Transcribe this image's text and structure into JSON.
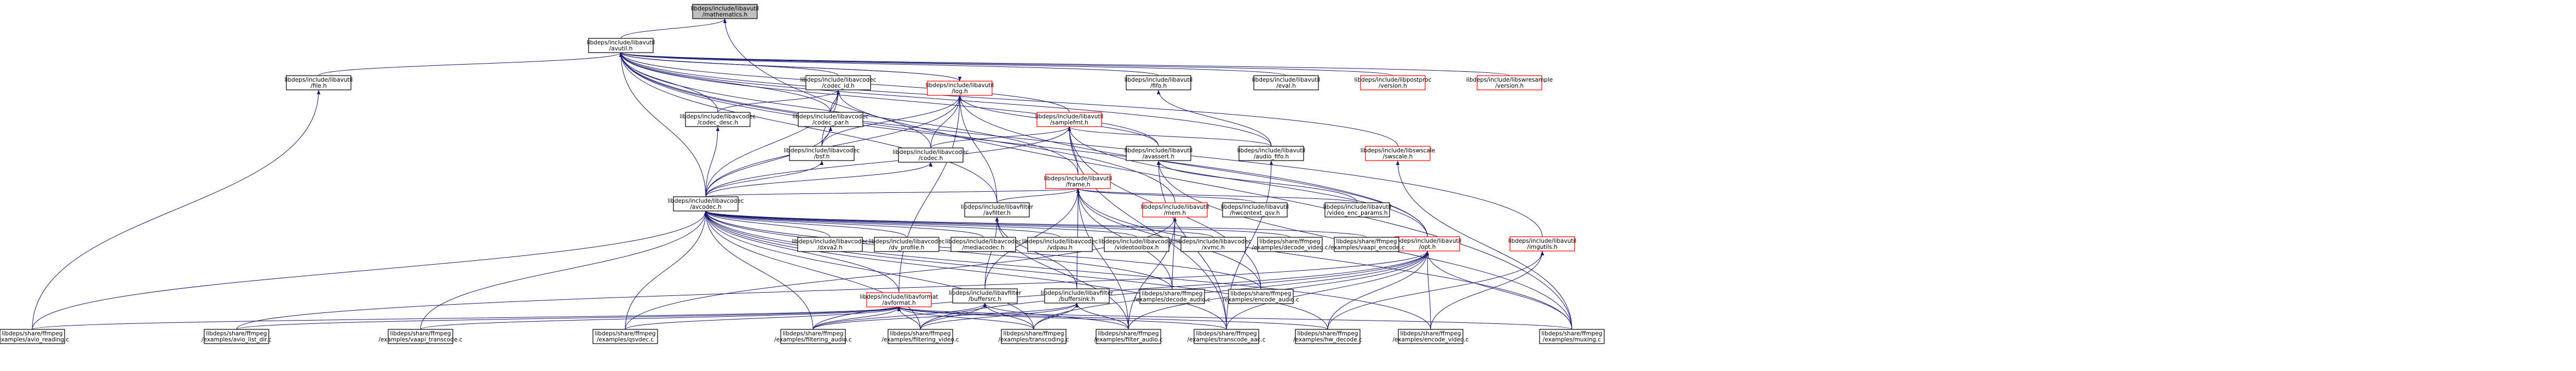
{
  "graph": {
    "nodes": [
      {
        "id": "mathematics",
        "lines": [
          "libdeps/include/libavutil",
          "/mathematics.h"
        ],
        "root": true
      },
      {
        "id": "avutil",
        "lines": [
          "libdeps/include/libavutil",
          "/avutil.h"
        ]
      },
      {
        "id": "file",
        "lines": [
          "libdeps/include/libavutil",
          "/file.h"
        ]
      },
      {
        "id": "codec_id",
        "lines": [
          "libdeps/include/libavcodec",
          "/codec_id.h"
        ]
      },
      {
        "id": "log",
        "lines": [
          "libdeps/include/libavutil",
          "/log.h"
        ],
        "red": true
      },
      {
        "id": "fifo",
        "lines": [
          "libdeps/include/libavutil",
          "/fifo.h"
        ]
      },
      {
        "id": "eval",
        "lines": [
          "libdeps/include/libavutil",
          "/eval.h"
        ]
      },
      {
        "id": "pp_version",
        "lines": [
          "libdeps/include/libpostproc",
          "/version.h"
        ],
        "red": true
      },
      {
        "id": "swr_version",
        "lines": [
          "libdeps/include/libswresample",
          "/version.h"
        ],
        "red": true
      },
      {
        "id": "codec_desc",
        "lines": [
          "libdeps/include/libavcodec",
          "/codec_desc.h"
        ]
      },
      {
        "id": "codec_par",
        "lines": [
          "libdeps/include/libavcodec",
          "/codec_par.h"
        ]
      },
      {
        "id": "samplefmt",
        "lines": [
          "libdeps/include/libavutil",
          "/samplefmt.h"
        ],
        "red": true
      },
      {
        "id": "bsf",
        "lines": [
          "libdeps/include/libavcodec",
          "/bsf.h"
        ]
      },
      {
        "id": "codec",
        "lines": [
          "libdeps/include/libavcodec",
          "/codec.h"
        ]
      },
      {
        "id": "avassert",
        "lines": [
          "libdeps/include/libavutil",
          "/avassert.h"
        ]
      },
      {
        "id": "audio_fifo",
        "lines": [
          "libdeps/include/libavutil",
          "/audio_fifo.h"
        ]
      },
      {
        "id": "swscale",
        "lines": [
          "libdeps/include/libswscale",
          "/swscale.h"
        ],
        "red": true
      },
      {
        "id": "frame",
        "lines": [
          "libdeps/include/libavutil",
          "/frame.h"
        ],
        "red": true
      },
      {
        "id": "avcodec",
        "lines": [
          "libdeps/include/libavcodec",
          "/avcodec.h"
        ]
      },
      {
        "id": "avfilter",
        "lines": [
          "libdeps/include/libavfilter",
          "/avfilter.h"
        ]
      },
      {
        "id": "mem",
        "lines": [
          "libdeps/include/libavutil",
          "/mem.h"
        ],
        "red": true
      },
      {
        "id": "hwctx",
        "lines": [
          "libdeps/include/libavutil",
          "/hwcontext_qsv.h"
        ]
      },
      {
        "id": "video_enc",
        "lines": [
          "libdeps/include/libavutil",
          "/video_enc_params.h"
        ]
      },
      {
        "id": "opt",
        "lines": [
          "libdeps/include/libavutil",
          "/opt.h"
        ],
        "red": true
      },
      {
        "id": "imgutils",
        "lines": [
          "libdeps/include/libavutil",
          "/imgutils.h"
        ],
        "red": true
      },
      {
        "id": "dxva2",
        "lines": [
          "libdeps/include/libavcodec",
          "/dxva2.h"
        ]
      },
      {
        "id": "dv_profile",
        "lines": [
          "libdeps/include/libavcodec",
          "/dv_profile.h"
        ]
      },
      {
        "id": "mediacodec",
        "lines": [
          "libdeps/include/libavcodec",
          "/mediacodec.h"
        ]
      },
      {
        "id": "vdpau",
        "lines": [
          "libdeps/include/libavcodec",
          "/vdpau.h"
        ]
      },
      {
        "id": "videotoolbox",
        "lines": [
          "libdeps/include/libavcodec",
          "/videotoolbox.h"
        ]
      },
      {
        "id": "xvmc",
        "lines": [
          "libdeps/include/libavcodec",
          "/xvmc.h"
        ]
      },
      {
        "id": "decode_video",
        "lines": [
          "libdeps/share/ffmpeg",
          "/examples/decode_video.c"
        ]
      },
      {
        "id": "vaapi_encode",
        "lines": [
          "libdeps/share/ffmpeg",
          "/examples/vaapi_encode.c"
        ]
      },
      {
        "id": "avformat",
        "lines": [
          "libdeps/include/libavformat",
          "/avformat.h"
        ],
        "red": true
      },
      {
        "id": "buffersrc",
        "lines": [
          "libdeps/include/libavfilter",
          "/buffersrc.h"
        ]
      },
      {
        "id": "buffersink",
        "lines": [
          "libdeps/include/libavfilter",
          "/buffersink.h"
        ]
      },
      {
        "id": "decode_audio",
        "lines": [
          "libdeps/share/ffmpeg",
          "/examples/decode_audio.c"
        ]
      },
      {
        "id": "encode_audio",
        "lines": [
          "libdeps/share/ffmpeg",
          "/examples/encode_audio.c"
        ]
      },
      {
        "id": "avio_reading",
        "lines": [
          "libdeps/share/ffmpeg",
          "/examples/avio_reading.c"
        ]
      },
      {
        "id": "avio_list_dir",
        "lines": [
          "libdeps/share/ffmpeg",
          "/examples/avio_list_dir.c"
        ]
      },
      {
        "id": "vaapi_transcode",
        "lines": [
          "libdeps/share/ffmpeg",
          "/examples/vaapi_transcode.c"
        ]
      },
      {
        "id": "qsvdec",
        "lines": [
          "libdeps/share/ffmpeg",
          "/examples/qsvdec.c"
        ]
      },
      {
        "id": "filtering_audio",
        "lines": [
          "libdeps/share/ffmpeg",
          "/examples/filtering_audio.c"
        ]
      },
      {
        "id": "filtering_video",
        "lines": [
          "libdeps/share/ffmpeg",
          "/examples/filtering_video.c"
        ]
      },
      {
        "id": "transcoding",
        "lines": [
          "libdeps/share/ffmpeg",
          "/examples/transcoding.c"
        ]
      },
      {
        "id": "filter_audio",
        "lines": [
          "libdeps/share/ffmpeg",
          "/examples/filter_audio.c"
        ]
      },
      {
        "id": "transcode_aac",
        "lines": [
          "libdeps/share/ffmpeg",
          "/examples/transcode_aac.c"
        ]
      },
      {
        "id": "hw_decode",
        "lines": [
          "libdeps/share/ffmpeg",
          "/examples/hw_decode.c"
        ]
      },
      {
        "id": "encode_video",
        "lines": [
          "libdeps/share/ffmpeg",
          "/examples/encode_video.c"
        ]
      },
      {
        "id": "muxing",
        "lines": [
          "libdeps/share/ffmpeg",
          "/examples/muxing.c"
        ]
      }
    ],
    "edges": [
      [
        "avutil",
        "mathematics"
      ],
      [
        "muxing",
        "mathematics"
      ],
      [
        "file",
        "avutil"
      ],
      [
        "codec_id",
        "avutil"
      ],
      [
        "log",
        "avutil"
      ],
      [
        "fifo",
        "avutil"
      ],
      [
        "eval",
        "avutil"
      ],
      [
        "pp_version",
        "avutil"
      ],
      [
        "swr_version",
        "avutil"
      ],
      [
        "codec_desc",
        "avutil"
      ],
      [
        "codec_par",
        "avutil"
      ],
      [
        "samplefmt",
        "avutil"
      ],
      [
        "avassert",
        "avutil"
      ],
      [
        "audio_fifo",
        "avutil"
      ],
      [
        "swscale",
        "avutil"
      ],
      [
        "frame",
        "avutil"
      ],
      [
        "avcodec",
        "avutil"
      ],
      [
        "avfilter",
        "avutil"
      ],
      [
        "mem",
        "avutil"
      ],
      [
        "opt",
        "avutil"
      ],
      [
        "imgutils",
        "avutil"
      ],
      [
        "avutil",
        "log"
      ],
      [
        "avio_reading",
        "file"
      ],
      [
        "codec_desc",
        "codec_id"
      ],
      [
        "codec_par",
        "codec_id"
      ],
      [
        "codec",
        "codec_id"
      ],
      [
        "avcodec",
        "codec_id"
      ],
      [
        "bsf",
        "codec_id"
      ],
      [
        "audio_fifo",
        "fifo"
      ],
      [
        "avcodec",
        "codec_desc"
      ],
      [
        "avcodec",
        "codec_par"
      ],
      [
        "bsf",
        "codec_par"
      ],
      [
        "codec",
        "samplefmt"
      ],
      [
        "frame",
        "samplefmt"
      ],
      [
        "audio_fifo",
        "samplefmt"
      ],
      [
        "avcodec",
        "samplefmt"
      ],
      [
        "opt",
        "samplefmt"
      ],
      [
        "encode_audio",
        "samplefmt"
      ],
      [
        "transcode_aac",
        "samplefmt"
      ],
      [
        "avcodec",
        "log"
      ],
      [
        "bsf",
        "log"
      ],
      [
        "codec",
        "log"
      ],
      [
        "avassert",
        "log"
      ],
      [
        "avfilter",
        "log"
      ],
      [
        "avformat",
        "log"
      ],
      [
        "opt",
        "log"
      ],
      [
        "avcodec",
        "bsf"
      ],
      [
        "avcodec",
        "codec"
      ],
      [
        "video_enc",
        "avassert"
      ],
      [
        "transcode_aac",
        "avassert"
      ],
      [
        "muxing",
        "avassert"
      ],
      [
        "transcode_aac",
        "audio_fifo"
      ],
      [
        "muxing",
        "swscale"
      ],
      [
        "avcodec",
        "frame"
      ],
      [
        "avfilter",
        "frame"
      ],
      [
        "hwctx",
        "frame"
      ],
      [
        "video_enc",
        "frame"
      ],
      [
        "buffersink",
        "frame"
      ],
      [
        "buffersrc",
        "frame"
      ],
      [
        "decode_audio",
        "frame"
      ],
      [
        "encode_audio",
        "frame"
      ],
      [
        "filter_audio",
        "frame"
      ],
      [
        "muxing",
        "frame"
      ],
      [
        "dxva2",
        "avcodec"
      ],
      [
        "dv_profile",
        "avcodec"
      ],
      [
        "mediacodec",
        "avcodec"
      ],
      [
        "vdpau",
        "avcodec"
      ],
      [
        "videotoolbox",
        "avcodec"
      ],
      [
        "xvmc",
        "avcodec"
      ],
      [
        "decode_video",
        "avcodec"
      ],
      [
        "vaapi_encode",
        "avcodec"
      ],
      [
        "avformat",
        "avcodec"
      ],
      [
        "decode_audio",
        "avcodec"
      ],
      [
        "encode_audio",
        "avcodec"
      ],
      [
        "avio_reading",
        "avcodec"
      ],
      [
        "vaapi_transcode",
        "avcodec"
      ],
      [
        "qsvdec",
        "avcodec"
      ],
      [
        "filtering_audio",
        "avcodec"
      ],
      [
        "filtering_video",
        "avcodec"
      ],
      [
        "transcoding",
        "avcodec"
      ],
      [
        "transcode_aac",
        "avcodec"
      ],
      [
        "hw_decode",
        "avcodec"
      ],
      [
        "encode_video",
        "avcodec"
      ],
      [
        "buffersrc",
        "avfilter"
      ],
      [
        "buffersink",
        "avfilter"
      ],
      [
        "filter_audio",
        "avfilter"
      ],
      [
        "filter_audio",
        "mem"
      ],
      [
        "decode_audio",
        "mem"
      ],
      [
        "qsvdec",
        "mem"
      ],
      [
        "avio_reading",
        "avformat"
      ],
      [
        "avio_list_dir",
        "avformat"
      ],
      [
        "vaapi_transcode",
        "avformat"
      ],
      [
        "qsvdec",
        "avformat"
      ],
      [
        "filtering_audio",
        "avformat"
      ],
      [
        "filtering_video",
        "avformat"
      ],
      [
        "transcoding",
        "avformat"
      ],
      [
        "transcode_aac",
        "avformat"
      ],
      [
        "hw_decode",
        "avformat"
      ],
      [
        "muxing",
        "avformat"
      ],
      [
        "filtering_audio",
        "buffersrc"
      ],
      [
        "filtering_video",
        "buffersrc"
      ],
      [
        "transcoding",
        "buffersrc"
      ],
      [
        "filter_audio",
        "buffersrc"
      ],
      [
        "filtering_audio",
        "buffersink"
      ],
      [
        "filtering_video",
        "buffersink"
      ],
      [
        "transcoding",
        "buffersink"
      ],
      [
        "filter_audio",
        "buffersink"
      ],
      [
        "filtering_audio",
        "opt"
      ],
      [
        "filtering_video",
        "opt"
      ],
      [
        "transcoding",
        "opt"
      ],
      [
        "filter_audio",
        "opt"
      ],
      [
        "transcode_aac",
        "opt"
      ],
      [
        "hw_decode",
        "opt"
      ],
      [
        "encode_video",
        "opt"
      ],
      [
        "muxing",
        "opt"
      ],
      [
        "avio_list_dir",
        "opt"
      ],
      [
        "hw_decode",
        "imgutils"
      ],
      [
        "encode_video",
        "imgutils"
      ]
    ]
  }
}
